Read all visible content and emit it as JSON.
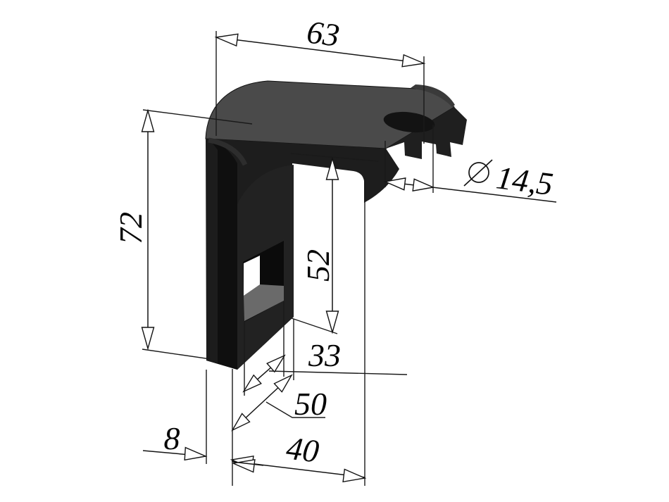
{
  "drawing": {
    "description": "Isometric CAD drawing of a black L-shaped mounting bracket with GOST-style dimensioning",
    "background_color": "#ffffff",
    "line_color": "#141414",
    "part_colors": {
      "top_face": "#4a4a4a",
      "front_face": "#101010",
      "front_band": "#1d1d1d",
      "side_face": "#222222",
      "window_inner_wall": "#6a6a6a",
      "hole": "#131313"
    },
    "labels": {
      "d63": "63",
      "d72": "72",
      "d52": "52",
      "d33": "33",
      "d50": "50",
      "d40": "40",
      "d8": "8",
      "d145": "14,5"
    },
    "symbols": {
      "diameter": "⌀ (drawn as circle with slash before 14,5)"
    }
  }
}
